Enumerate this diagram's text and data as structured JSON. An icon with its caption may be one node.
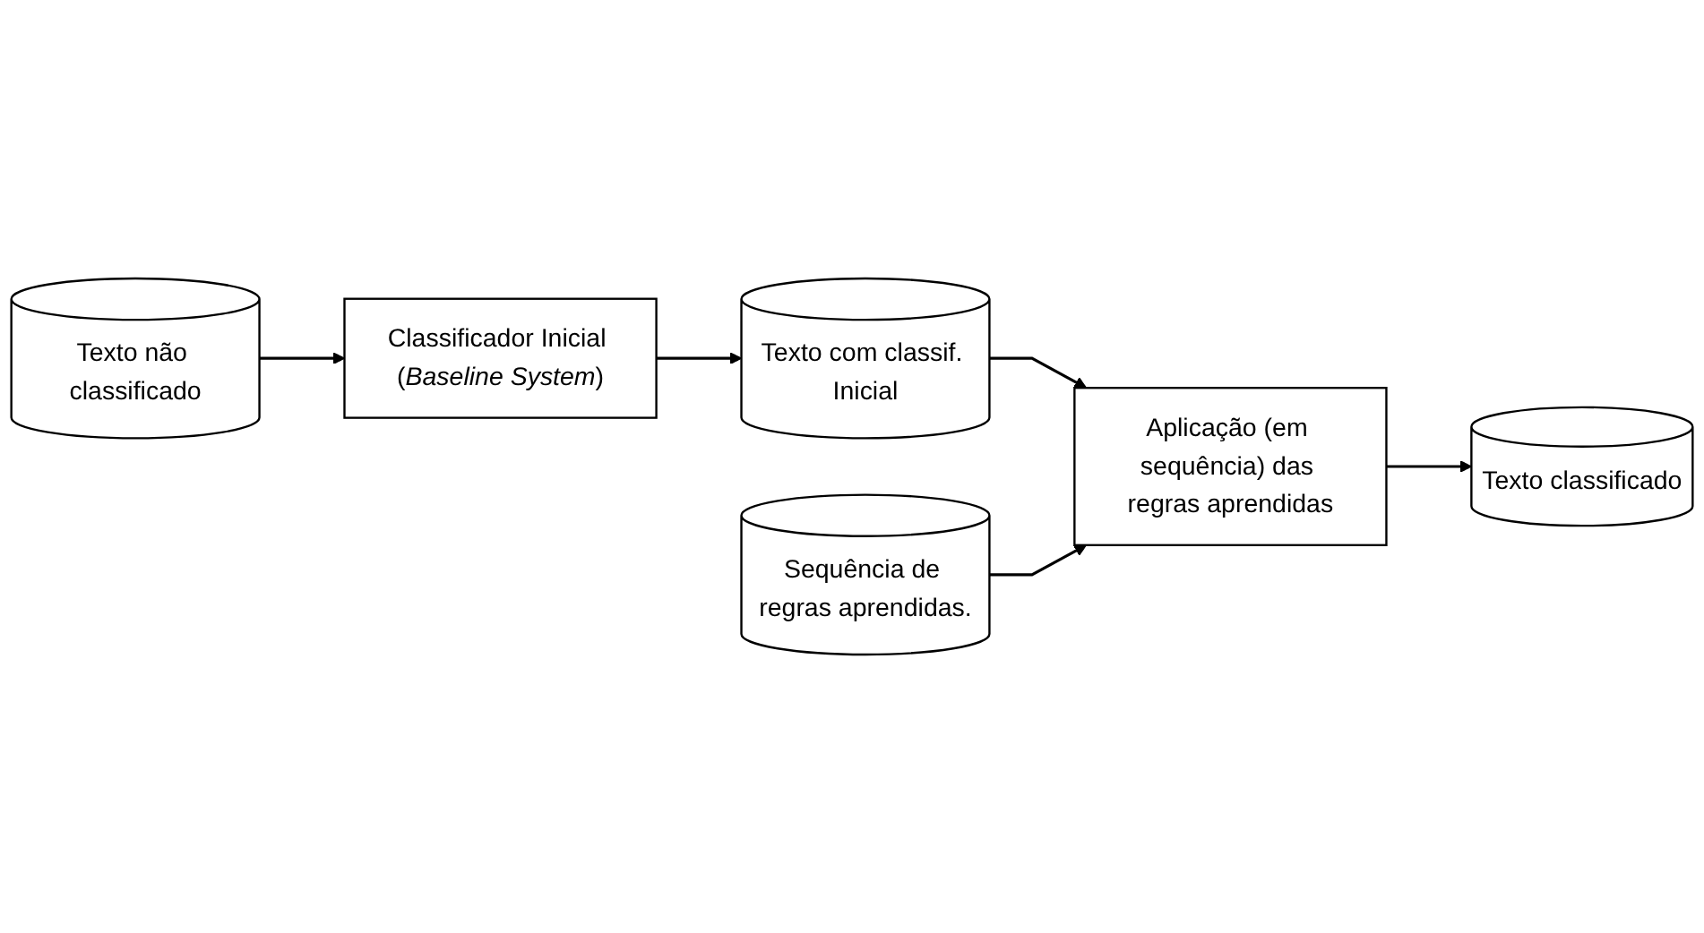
{
  "diagram": {
    "nodes": [
      {
        "text": [
          "Texto não classificado"
        ]
      },
      {
        "text": [
          "Classificador Inicial (*Baseline System*)"
        ]
      },
      {
        "text": [
          "Texto com classif. Inicial"
        ]
      },
      {
        "text": [
          "Aplicação (em sequência) das regras aprendidas"
        ]
      },
      {
        "text": [
          "Sequência de regras aprendidas."
        ]
      },
      {
        "text": [
          "Texto classificado"
        ]
      }
    ],
    "edges": [
      {
        "from": 0,
        "to": 1,
        "arrow": "to"
      },
      {
        "from": 1,
        "to": 2,
        "arrow": "to"
      },
      {
        "from": 2,
        "to": 3,
        "arrow": "to"
      },
      {
        "from": 4,
        "to": 3,
        "arrow": "to"
      },
      {
        "from": 3,
        "to": 5,
        "arrow": "to"
      }
    ]
  }
}
